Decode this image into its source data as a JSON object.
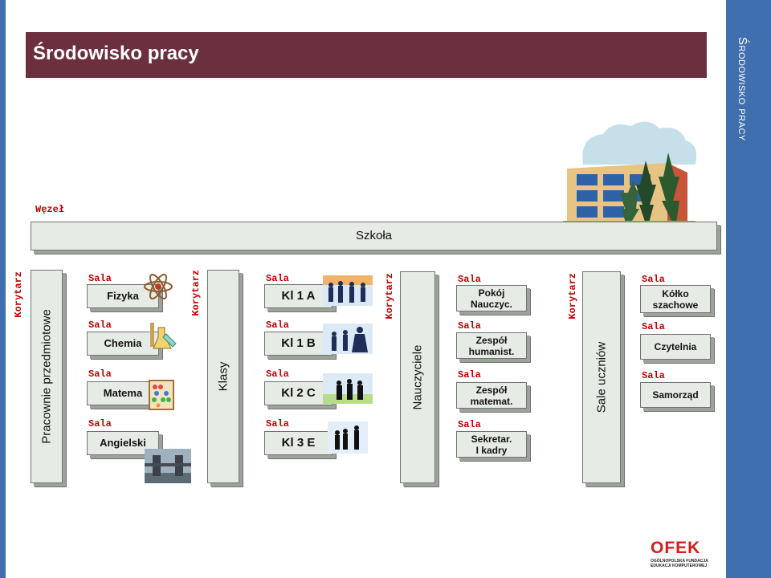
{
  "side_title": "Środowisko pracy",
  "slide_title": "Środowisko pracy",
  "node_label": "Węzeł",
  "school": "Szkoła",
  "corridor_label": "Korytarz",
  "room_label": "Sala",
  "columns": {
    "pracownie": {
      "title": "Pracownie przedmiotowe",
      "rooms": [
        "Fizyka",
        "Chemia",
        "Matema",
        "Angielski"
      ]
    },
    "klasy": {
      "title": "Klasy",
      "rooms": [
        "Kl 1 A",
        "Kl 1 B",
        "Kl 2 C",
        "Kl 3 E"
      ]
    },
    "nauczyciele": {
      "title": "Nauczyciele",
      "rooms": [
        "Pokój\nNauczyc.",
        "Zespół\nhumanist.",
        "Zespół\nmatemat.",
        "Sekretar.\nI kadry"
      ]
    },
    "sale": {
      "title": "Sale uczniów",
      "rooms": [
        "Kółko\nszachowe",
        "Czytelnia",
        "Samorząd"
      ]
    }
  },
  "logo": {
    "name": "OFEK",
    "line1": "OGÓLNOPOLSKA FUNDACJA",
    "line2": "EDUKACJI KOMPUTEROWEJ"
  }
}
